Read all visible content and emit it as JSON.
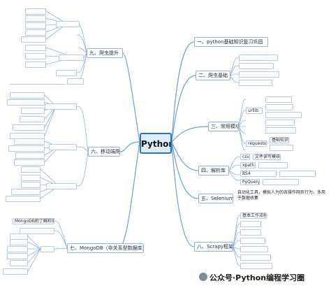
{
  "center": {
    "label": "Python爬虫"
  },
  "branches": {
    "b1": "一、python基础知识复习巩固",
    "b2": "二、爬虫基础",
    "b3": "三、常用模块",
    "b4": "四、解析库",
    "b5": "五、Selenium",
    "b6": "六、移动端爬虫",
    "b7": "七、MongoDB（非关系型数据库）",
    "b8": "八、Scrapy框架",
    "b9": "九、爬虫提升"
  },
  "leaves": {
    "urllib": "urllib",
    "requests": "requests",
    "basics": "基础知识",
    "file_io": "文件读写模块",
    "csv": "csv",
    "xpath": "xpath",
    "bs4": "BS4",
    "pyquery": "PyQuery",
    "scrapy_flow": "基本工作流程",
    "mongo_install": "MongoDB的了解和安装"
  },
  "selenium_note": "自动化工具，模拟人为的去操作网页行为，多用于数据收集",
  "watermark": "公众号·Python编程学习圈",
  "colors": {
    "wire": "#6aa0d8",
    "center_fill": "#dcecf8",
    "center_border": "#2e75b6",
    "branch_border": "#8fb4de",
    "leaf_border": "#b8cbe3"
  }
}
